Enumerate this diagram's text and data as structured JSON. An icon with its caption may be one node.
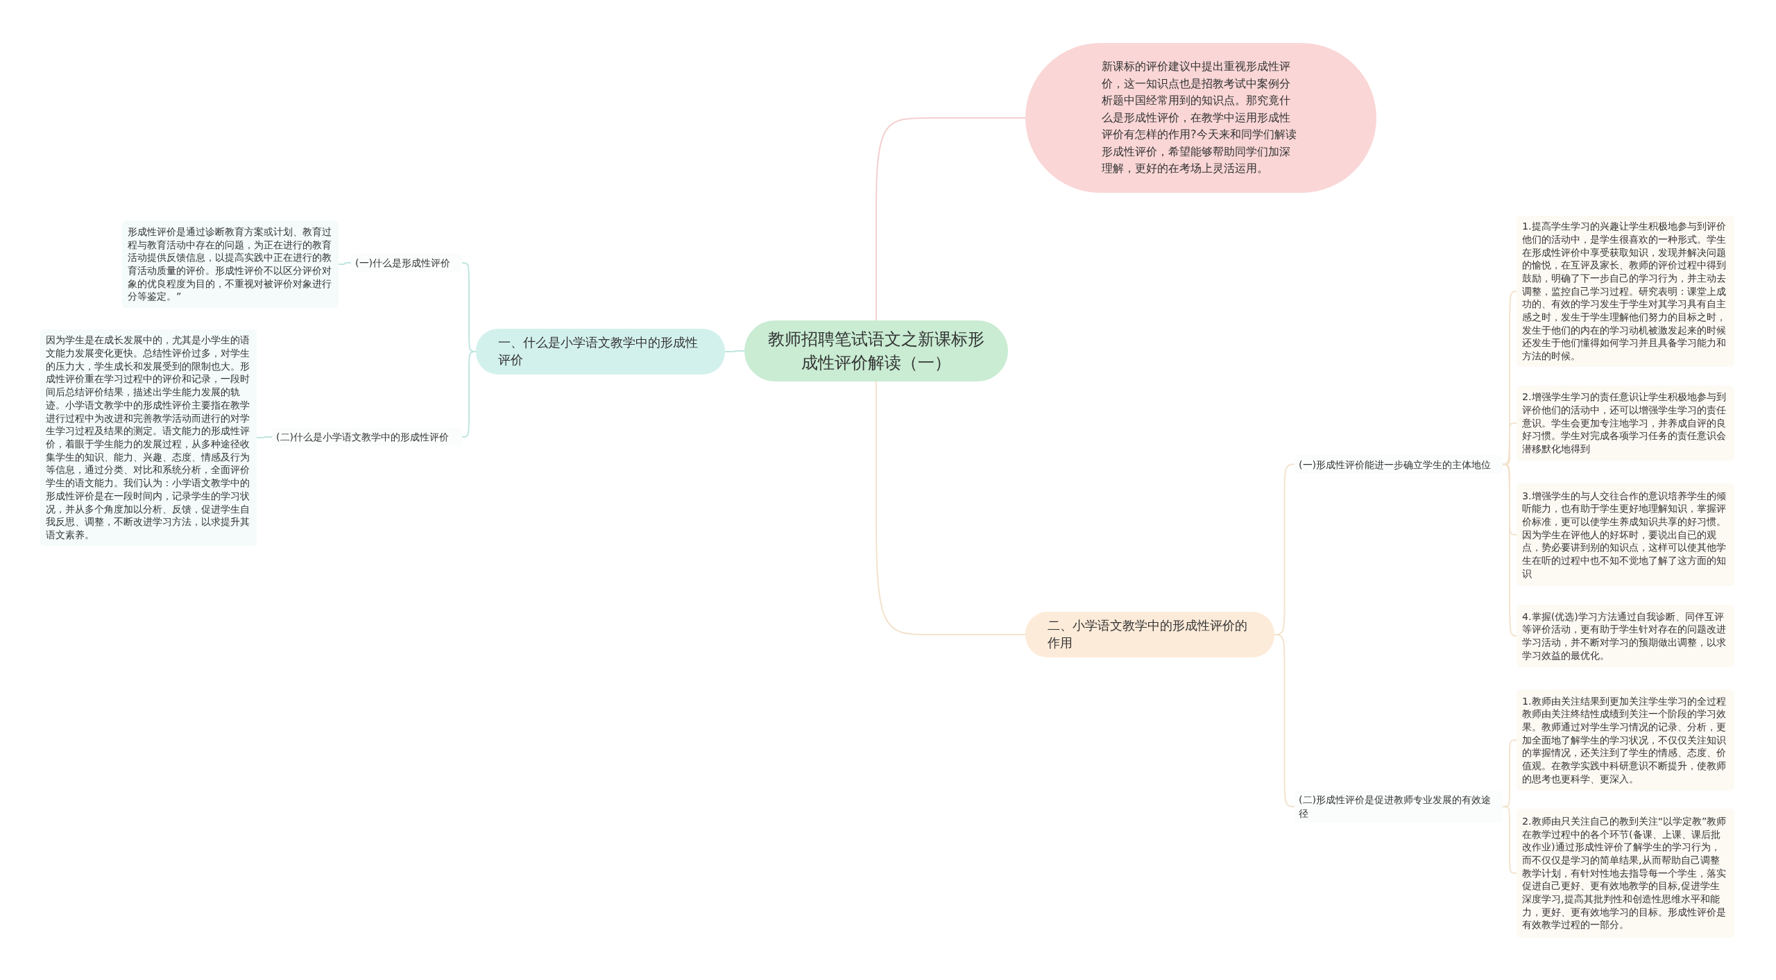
{
  "diagram": {
    "nodes": [
      {
        "text": [
          "教师招聘笔试语文之新课标形成性评价解读（一）"
        ]
      },
      {
        "text": [
          "新课标的评价建议中提出重视形成性评价，这一知识点也是招教考试中案例分析题中国经常用到的知识点。那究竟什么是形成性评价，在教学中运用形成性评价有怎样的作用?今天来和同学们解读形成性评价，希望能够帮助同学们加深理解，更好的在考场上灵活运用。"
        ]
      },
      {
        "text": [
          "一、什么是小学语文教学中的形成性评价"
        ]
      },
      {
        "text": [
          "(一)什么是形成性评价"
        ]
      },
      {
        "text": [
          "形成性评价是通过诊断教育方案或计划、教育过程与教育活动中存在的问题，为正在进行的教育活动提供反馈信息，以提高实践中正在进行的教育活动质量的评价。形成性评价不以区分评价对象的优良程度为目的，不重视对被评价对象进行分等鉴定。”"
        ]
      },
      {
        "text": [
          "(二)什么是小学语文教学中的形成性评价"
        ]
      },
      {
        "text": [
          "因为学生是在成长发展中的，尤其是小学生的语文能力发展变化更快。总结性评价过多，对学生的压力大，学生成长和发展受到的限制也大。形成性评价重在学习过程中的评价和记录，一段时间后总结评价结果，描述出学生能力发展的轨迹。小学语文教学中的形成性评价主要指在教学进行过程中为改进和完善教学活动而进行的对学生学习过程及结果的测定。语文能力的形成性评价，着眼于学生能力的发展过程，从多种途径收集学生的知识、能力、兴趣、态度、情感及行为等信息，通过分类、对比和系统分析，全面评价学生的语文能力。我们认为：小学语文教学中的形成性评价是在一段时间内，记录学生的学习状况，并从多个角度加以分析、反馈，促进学生自我反思、调整，不断改进学习方法，以求提升其语文素养。"
        ]
      },
      {
        "text": [
          "二、小学语文教学中的形成性评价的作用"
        ]
      },
      {
        "text": [
          "(一)形成性评价能进一步确立学生的主体地位"
        ]
      },
      {
        "text": [
          "1.提高学生学习的兴趣让学生积极地参与到评价他们的活动中，是学生很喜欢的一种形式。学生在形成性评价中享受获取知识，发现并解决问题的愉悦，在互评及家长、教师的评价过程中得到鼓励，明确了下一步自己的学习行为，并主动去调整，监控自己学习过程。研究表明：课堂上成功的、有效的学习发生于学生对其学习具有自主感之时，发生于学生理解他们努力的目标之时，发生于他们的内在的学习动机被激发起来的时候还发生于他们懂得如何学习并且具备学习能力和方法的时候。"
        ]
      },
      {
        "text": [
          "2.增强学生学习的责任意识让学生积极地参与到评价他们的活动中，还可以增强学生学习的责任意识。学生会更加专注地学习，并养成自评的良好习惯。学生对完成各项学习任务的责任意识会潜移默化地得到"
        ]
      },
      {
        "text": [
          "3.增强学生的与人交往合作的意识培养学生的倾听能力，也有助于学生更好地理解知识，掌握评价标准，更可以使学生养成知识共享的好习惯。因为学生在评他人的好坏时，要说出自已的观点，势必要讲到别的知识点，这样可以使其他学生在听的过程中也不知不觉地了解了这方面的知识"
        ]
      },
      {
        "text": [
          "4.掌握(优选)学习方法通过自我诊断、同伴互评等评价活动，更有助于学生针对存在的问题改进学习活动，并不断对学习的预期做出调整，以求学习效益的最优化。"
        ]
      },
      {
        "text": [
          "(二)形成性评价是促进教师专业发展的有效途径"
        ]
      },
      {
        "text": [
          "1.教师由关注结果到更加关注学生学习的全过程教师由关注终结性成绩到关注一个阶段的学习效果。教师通过对学生学习情况的记录、分析，更加全面地了解学生的学习状况，不仅仅关注知识的掌握情况，还关注到了学生的情感、态度、价值观。在教学实践中科研意识不断提升，使教师的思考也更科学、更深入。"
        ]
      },
      {
        "text": [
          "2.教师由只关注自己的教到关注“以学定教”教师在教学过程中的各个环节(备课、上课、课后批改作业)通过形成性评价了解学生的学习行为，而不仅仅是学习的简单结果,从而帮助自己调整教学计划，有针对性地去指导每一个学生，落实促进自己更好、更有效地教学的目标,促进学生深度学习,提高其批判性和创造性思维水平和能力，更好、更有效地学习的目标。形成性评价是有效教学过程的一部分。"
        ]
      }
    ],
    "edges": [
      {
        "from": 0,
        "to": 1,
        "arrow": "none",
        "color": "#f5cfcf"
      },
      {
        "from": 0,
        "to": 2,
        "arrow": "none",
        "color": "#bfe6df"
      },
      {
        "from": 2,
        "to": 3,
        "arrow": "none",
        "color": "#bfe6df"
      },
      {
        "from": 3,
        "to": 4,
        "arrow": "none",
        "color": "#bfe6df"
      },
      {
        "from": 2,
        "to": 5,
        "arrow": "none",
        "color": "#bfe6df"
      },
      {
        "from": 5,
        "to": 6,
        "arrow": "none",
        "color": "#bfe6df"
      },
      {
        "from": 0,
        "to": 7,
        "arrow": "none"
      },
      {
        "from": 7,
        "to": 8,
        "arrow": "none"
      },
      {
        "from": 8,
        "to": 9,
        "arrow": "none"
      },
      {
        "from": 8,
        "to": 10,
        "arrow": "none"
      },
      {
        "from": 8,
        "to": 11,
        "arrow": "none"
      },
      {
        "from": 8,
        "to": 12,
        "arrow": "none"
      },
      {
        "from": 7,
        "to": 13,
        "arrow": "none"
      },
      {
        "from": 13,
        "to": 14,
        "arrow": "none"
      },
      {
        "from": 13,
        "to": 15,
        "arrow": "none"
      }
    ]
  }
}
